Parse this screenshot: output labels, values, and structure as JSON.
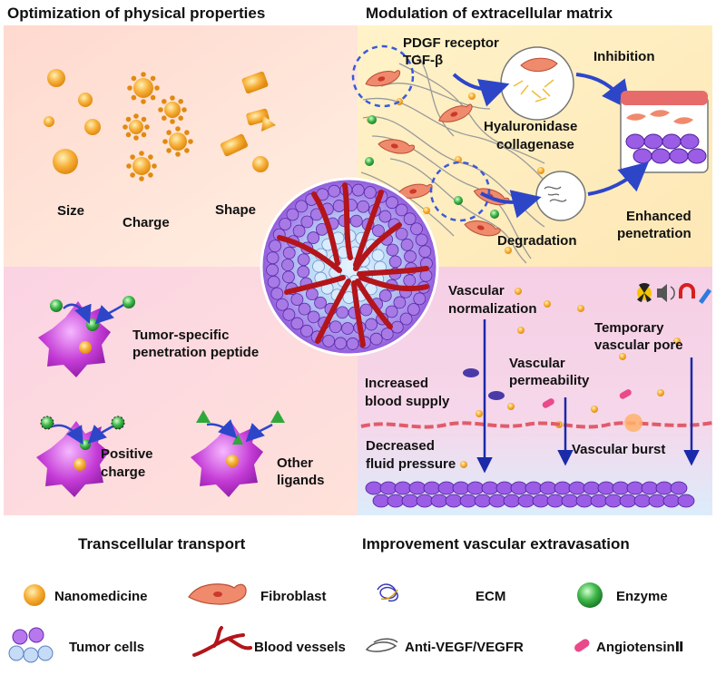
{
  "quadrants": {
    "top_left": {
      "title": "Optimization of physical properties",
      "size_label": "Size",
      "charge_label": "Charge",
      "shape_label": "Shape"
    },
    "top_right": {
      "title": "Modulation of extracellular matrix",
      "pdgf_label": "PDGF receptor",
      "tgf_label": "TGF-β",
      "inhibition_label": "Inhibition",
      "hyaluronidase_label": "Hyaluronidase",
      "collagenase_label": "collagenase",
      "degradation_label": "Degradation",
      "enhanced_label": "Enhanced",
      "penetration_label": "penetration"
    },
    "bottom_left": {
      "title": "Transcellular transport",
      "peptide_line1": "Tumor-specific",
      "peptide_line2": "penetration peptide",
      "positive_line1": "Positive",
      "positive_line2": "charge",
      "ligands_line1": "Other",
      "ligands_line2": "ligands"
    },
    "bottom_right": {
      "title": "Improvement vascular extravasation",
      "normalization_line1": "Vascular",
      "normalization_line2": "normalization",
      "pore_line1": "Temporary",
      "pore_line2": "vascular pore",
      "permeability_line1": "Vascular",
      "permeability_line2": "permeability",
      "blood_line1": "Increased",
      "blood_line2": "blood supply",
      "fluid_line1": "Decreased",
      "fluid_line2": "fluid pressure",
      "burst_label": "Vascular burst"
    }
  },
  "legend": {
    "nanomedicine": "Nanomedicine",
    "fibroblast": "Fibroblast",
    "ecm": "ECM",
    "enzyme": "Enzyme",
    "tumor_cells": "Tumor cells",
    "blood_vessels": "Blood vessels",
    "anti_vegf": "Anti-VEGF/VEGFR",
    "angiotensin": "AngiotensinⅡ"
  },
  "colors": {
    "nanomedicine": "#f5a623",
    "enzyme": "#2fa83a",
    "arrow": "#2d46c8",
    "tumor": "#9b5de5",
    "vessel": "#b3151a",
    "fibroblast": "#f08a6c",
    "cell_magenta": "#c02ccf"
  }
}
